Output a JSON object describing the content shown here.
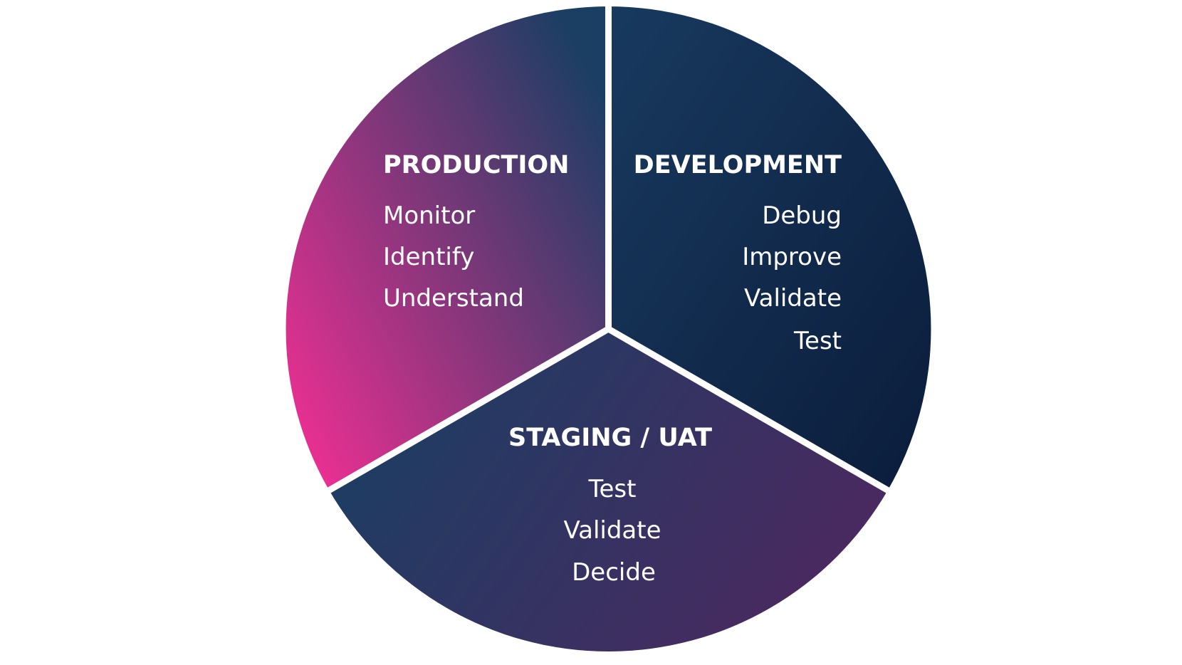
{
  "cycle": {
    "colors": {
      "production_start": "#ee2f93",
      "production_end": "#1b3e63",
      "development_start": "#183a5f",
      "development_end": "#0b1c3b",
      "staging_start": "#1b3e63",
      "staging_end": "#4d2860",
      "separator": "#ffffff",
      "text": "#ffffff"
    },
    "segments": [
      {
        "key": "production",
        "title": "PRODUCTION",
        "items": [
          "Monitor",
          "Identify",
          "Understand"
        ]
      },
      {
        "key": "development",
        "title": "DEVELOPMENT",
        "items": [
          "Debug",
          "Improve",
          "Validate",
          "Test"
        ]
      },
      {
        "key": "staging",
        "title": "STAGING / UAT",
        "items": [
          "Test",
          "Validate",
          "Decide"
        ]
      }
    ]
  }
}
